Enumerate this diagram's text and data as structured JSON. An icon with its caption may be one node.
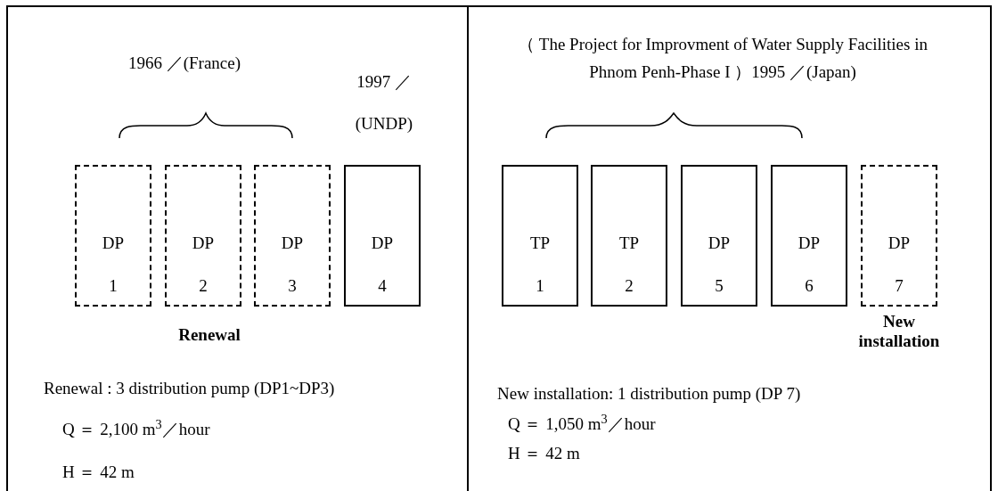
{
  "diagram": {
    "nodes": [
      {
        "text": [
          "DP 1"
        ]
      },
      {
        "text": [
          "DP 2"
        ]
      },
      {
        "text": [
          "DP 3"
        ]
      },
      {
        "text": [
          "DP 4"
        ]
      },
      {
        "text": [
          "TP 1"
        ]
      },
      {
        "text": [
          "TP 2"
        ]
      },
      {
        "text": [
          "DP 5"
        ]
      },
      {
        "text": [
          "DP 6"
        ]
      },
      {
        "text": [
          "DP 7"
        ],
        "beside": [
          "New installation"
        ]
      }
    ],
    "edges": [],
    "labels": [
      "1966 ／(France)",
      "1997 ／ (UNDP)",
      "（ The Project for Improvment of Water Supply Facilities in Phnom Penh-Phase I ）1995 ／(Japan)",
      "Renewal",
      "Renewal : 3 distribution pump (DP1~DP3)",
      "Q ＝ 2,100 m$^{3}$／hour",
      "H ＝ 42 m",
      "New installation: 1 distribution pump (DP 7)",
      "Q ＝ 1,050 m$^{3}$／hour",
      "H ＝ 42 m"
    ]
  }
}
